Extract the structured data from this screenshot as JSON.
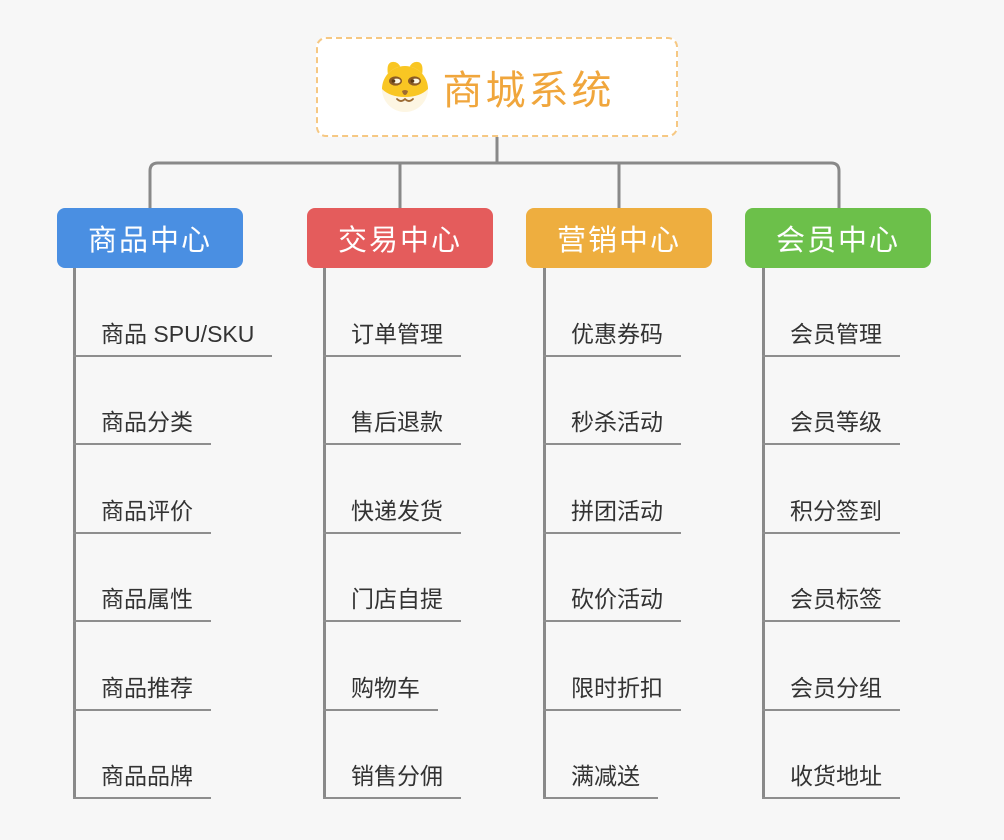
{
  "root": {
    "title": "商城系统",
    "icon": "shiba-dog-icon",
    "title_color": "#f0a63c",
    "border_color": "#f6c883"
  },
  "connectors": {
    "color": "#898989"
  },
  "branches": [
    {
      "label": "商品中心",
      "color": "#4a8fe2",
      "items": [
        "商品 SPU/SKU",
        "商品分类",
        "商品评价",
        "商品属性",
        "商品推荐",
        "商品品牌"
      ]
    },
    {
      "label": "交易中心",
      "color": "#e45c5c",
      "items": [
        "订单管理",
        "售后退款",
        "快递发货",
        "门店自提",
        "购物车",
        "销售分佣"
      ]
    },
    {
      "label": "营销中心",
      "color": "#eeae3f",
      "items": [
        "优惠券码",
        "秒杀活动",
        "拼团活动",
        "砍价活动",
        "限时折扣",
        "满减送"
      ]
    },
    {
      "label": "会员中心",
      "color": "#6cc04a",
      "items": [
        "会员管理",
        "会员等级",
        "积分签到",
        "会员标签",
        "会员分组",
        "收货地址"
      ]
    }
  ]
}
